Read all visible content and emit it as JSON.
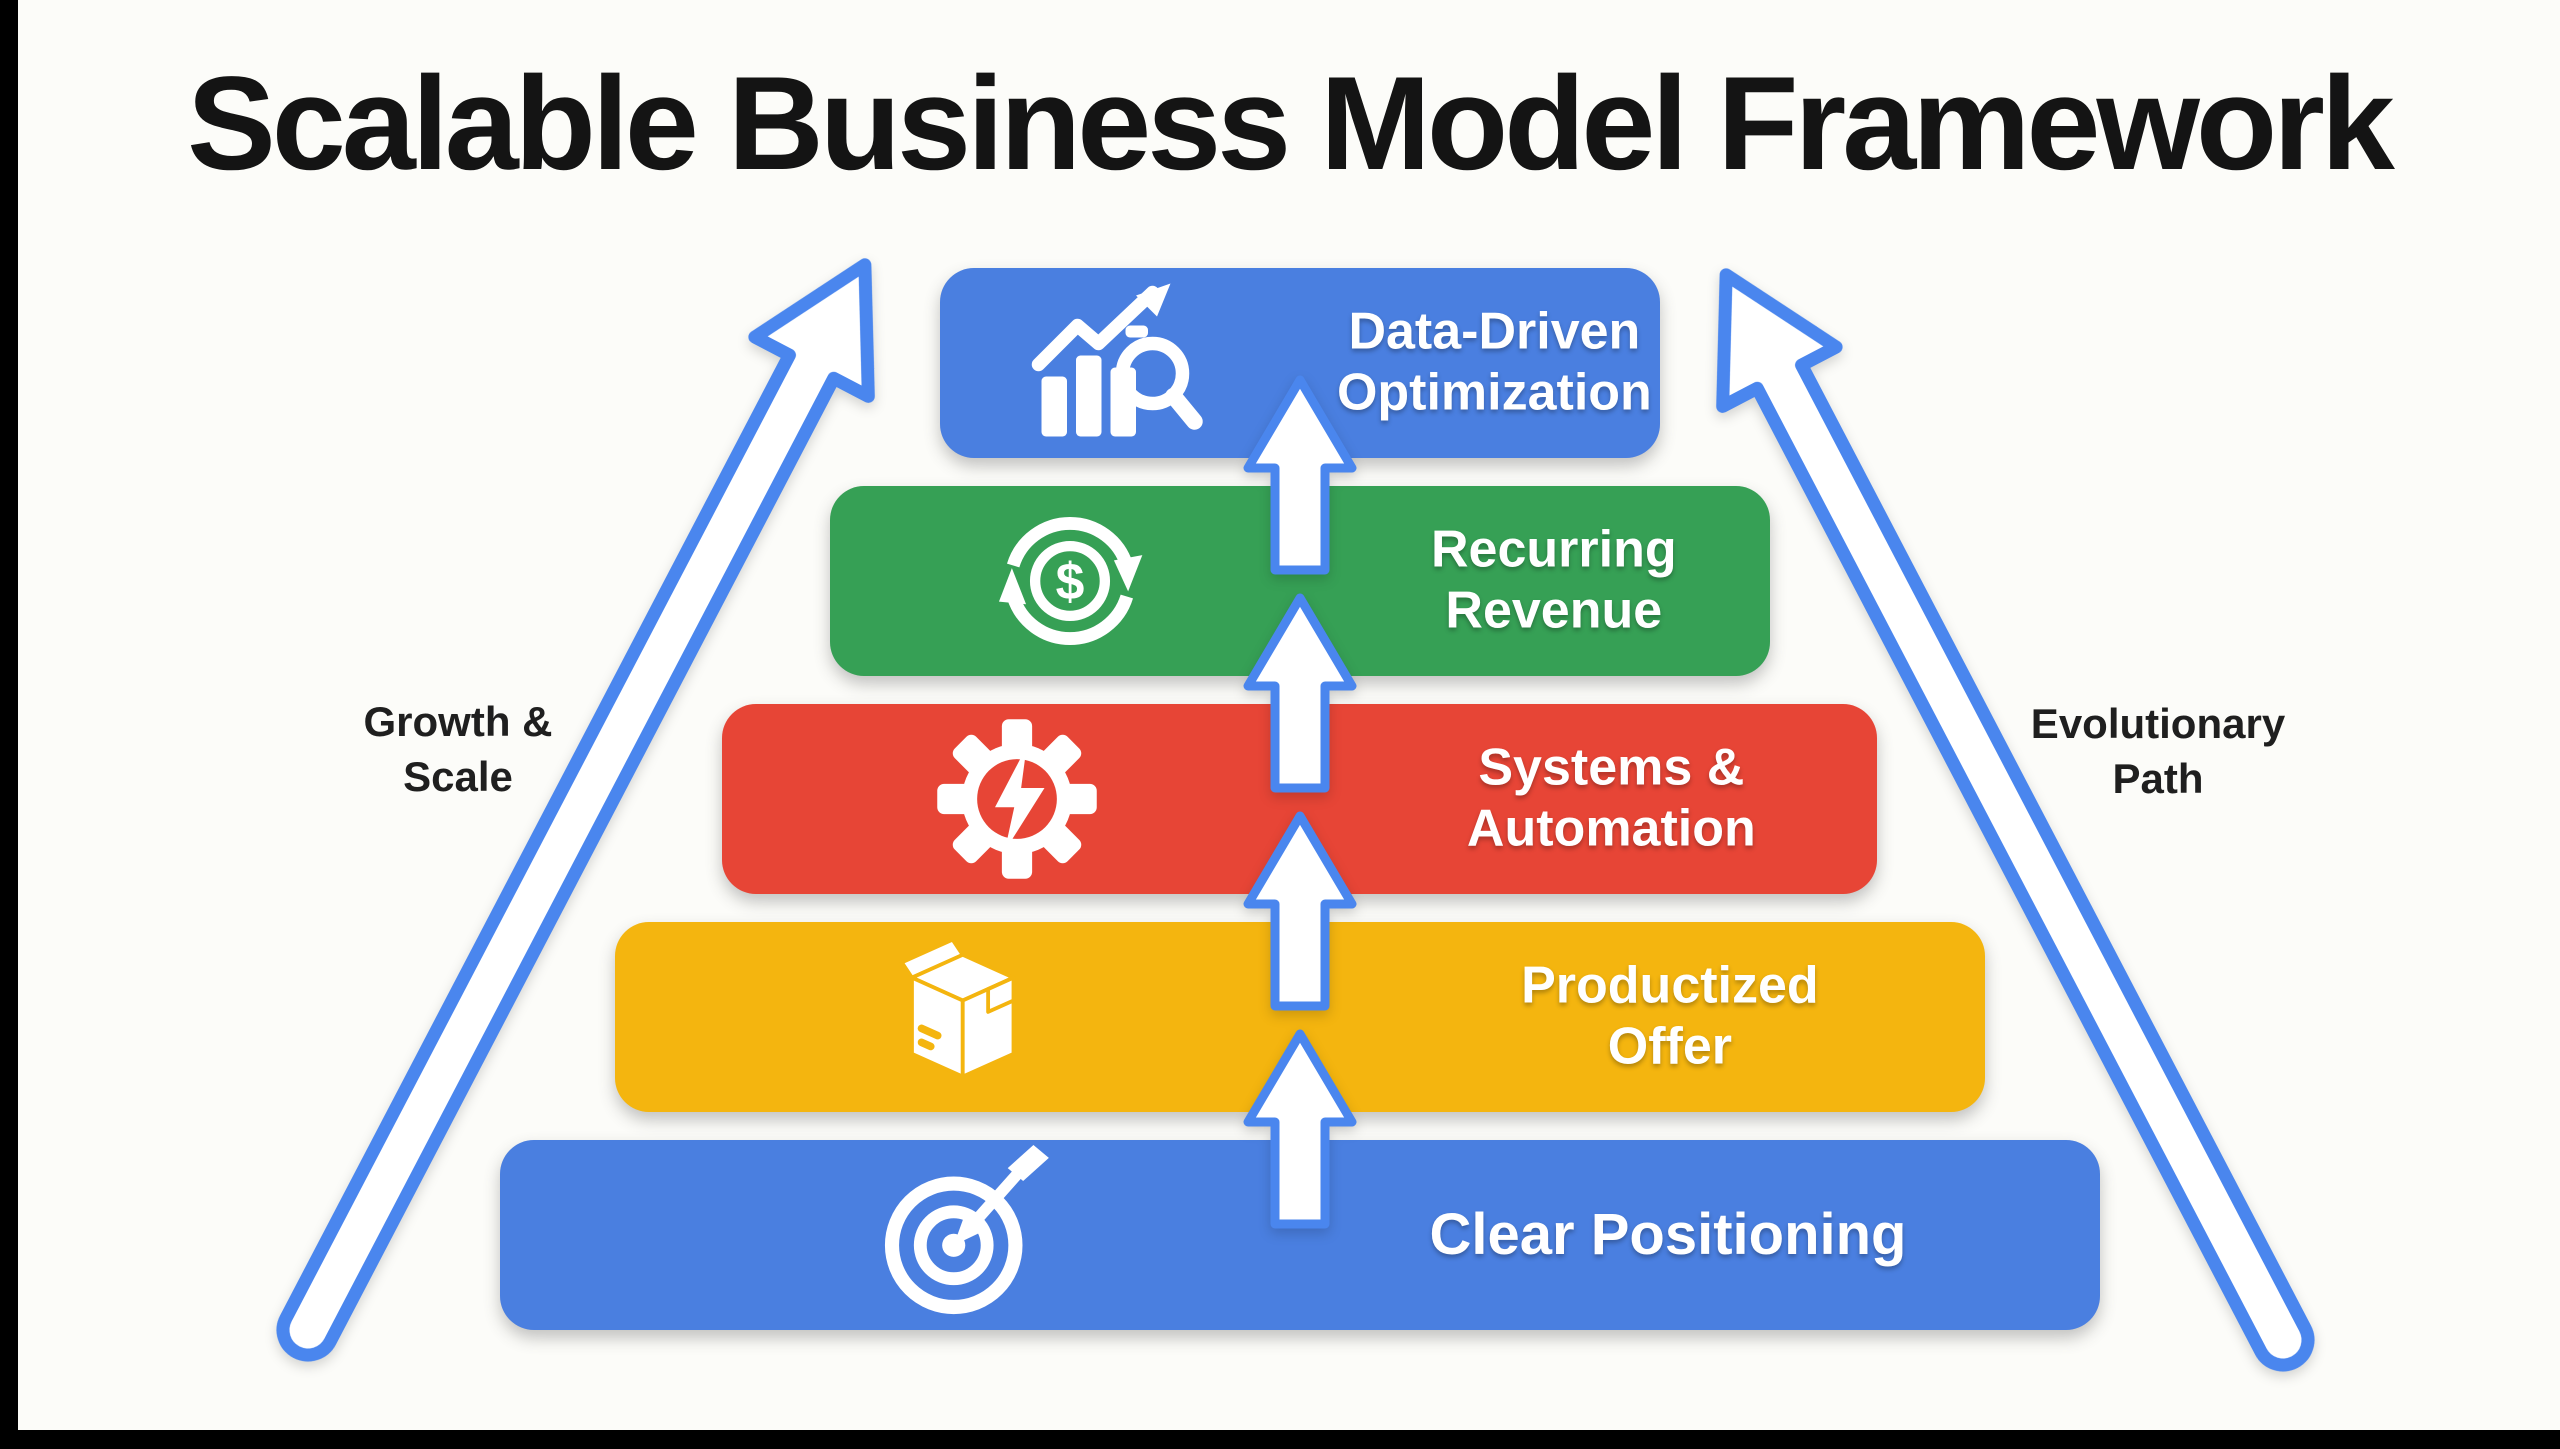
{
  "title": {
    "text": "Scalable Business Model Framework",
    "color": "#141414"
  },
  "side_labels": {
    "left": {
      "line1": "Growth &",
      "line2": "Scale"
    },
    "right": {
      "line1": "Evolutionary",
      "line2": "Path"
    }
  },
  "layers": [
    {
      "id": "data-driven-optimization",
      "lines": [
        "Data-Driven",
        "Optimization"
      ],
      "color": "#4a7fe0",
      "icon": "analytics-growth-magnifier-icon"
    },
    {
      "id": "recurring-revenue",
      "lines": [
        "Recurring",
        "Revenue"
      ],
      "color": "#36a055",
      "icon": "dollar-cycle-icon"
    },
    {
      "id": "systems-automation",
      "lines": [
        "Systems &",
        "Automation"
      ],
      "color": "#e74536",
      "icon": "gear-lightning-icon"
    },
    {
      "id": "productized-offer",
      "lines": [
        "Productized",
        "Offer"
      ],
      "color": "#f4b50f",
      "icon": "package-box-icon"
    },
    {
      "id": "clear-positioning",
      "lines": [
        "Clear Positioning"
      ],
      "color": "#4a7fe0",
      "icon": "target-dart-icon"
    }
  ],
  "icon_glyphs": {
    "dollar": "$"
  },
  "arrows": {
    "outline_color": "#4a86ee",
    "fill_color": "#ffffff"
  },
  "canvas": {
    "background": "#fcfcf9",
    "frame_color": "#000000",
    "bar_text_color": "#ffffff"
  }
}
